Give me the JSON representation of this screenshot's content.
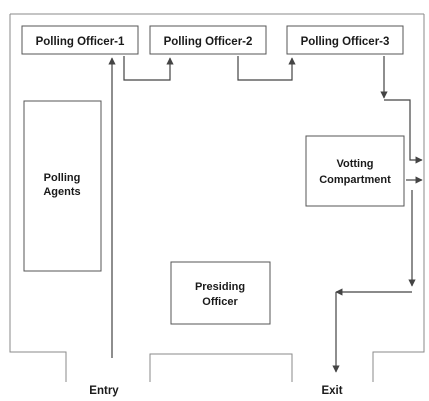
{
  "stations": {
    "officer_1": "Polling Officer-1",
    "officer_2": "Polling Officer-2",
    "officer_3": "Polling Officer-3",
    "agents_line1": "Polling",
    "agents_line2": "Agents",
    "compartment_line1": "Votting",
    "compartment_line2": "Compartment",
    "presiding_line1": "Presiding",
    "presiding_line2": "Officer"
  },
  "doors": {
    "entry": "Entry",
    "exit": "Exit"
  },
  "colors": {
    "wall": "#8a8a8a",
    "box_border": "#555555",
    "arrow": "#444444",
    "text": "#1a1a1a"
  }
}
